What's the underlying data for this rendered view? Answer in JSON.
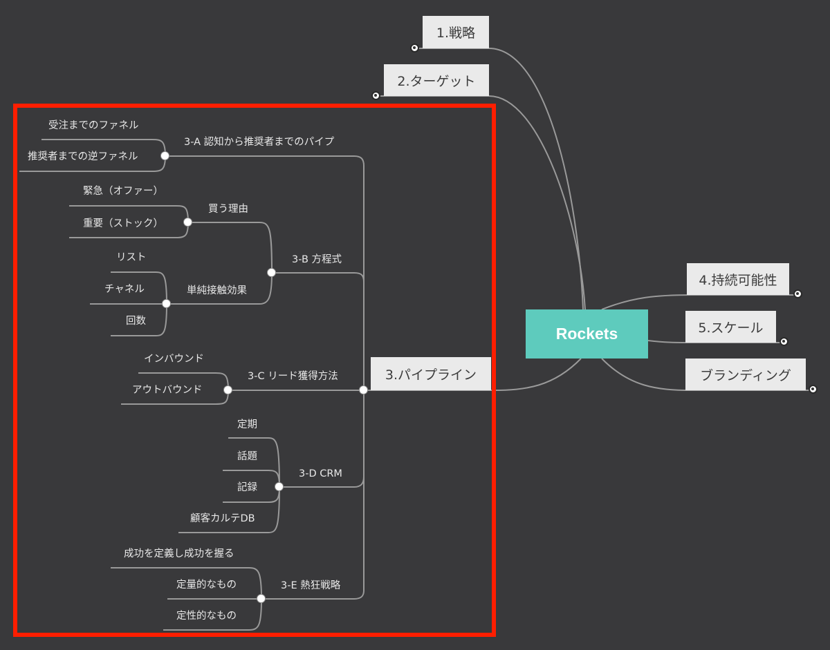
{
  "root": {
    "label": "Rockets"
  },
  "right_branches": [
    {
      "label": "1.戦略"
    },
    {
      "label": "2.ターゲット"
    },
    {
      "label": "4.持続可能性"
    },
    {
      "label": "5.スケール"
    },
    {
      "label": "ブランディング"
    }
  ],
  "pipeline": {
    "label": "3.パイプライン",
    "a": {
      "label": "3-A 認知から推奨者までのパイプ",
      "children": [
        "受注までのファネル",
        "推奨者までの逆ファネル"
      ]
    },
    "b": {
      "label": "3-B 方程式",
      "reason": {
        "label": "買う理由",
        "children": [
          "緊急（オファー）",
          "重要（ストック）"
        ]
      },
      "exposure": {
        "label": "単純接触効果",
        "children": [
          "リスト",
          "チャネル",
          "回数"
        ]
      }
    },
    "c": {
      "label": "3-C リード獲得方法",
      "children": [
        "インバウンド",
        "アウトバウンド"
      ]
    },
    "d": {
      "label": "3-D CRM",
      "children": [
        "定期",
        "話題",
        "記録",
        "顧客カルテDB"
      ]
    },
    "e": {
      "label": "3-E 熱狂戦略",
      "children": [
        "成功を定義し成功を握る",
        "定量的なもの",
        "定性的なもの"
      ]
    }
  },
  "colors": {
    "background": "#39393b",
    "root": "#5ecbbd",
    "highlight": "#ff1e00",
    "line": "#9a9a9a"
  }
}
